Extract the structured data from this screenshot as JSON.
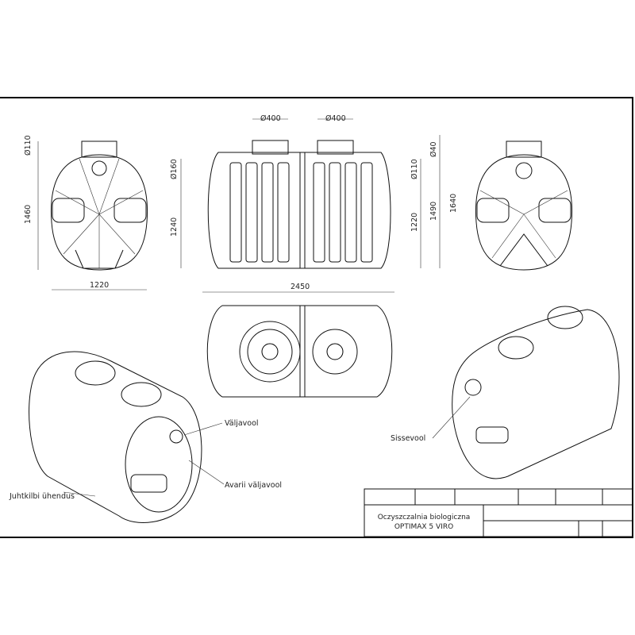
{
  "drawing": {
    "title_line1": "Oczyszczalnia biologiczna",
    "title_line2": "OPTIMAX 5 VIRO"
  },
  "dimensions": {
    "left_inlet_diameter": "Ø110",
    "left_height": "1460",
    "left_width": "1220",
    "hatch1_diameter": "Ø400",
    "hatch2_diameter": "Ø400",
    "side_pipe_diameter": "Ø160",
    "side_height": "1240",
    "side_length": "2450",
    "right_small_diameter": "Ø40",
    "right_pipe_diameter": "Ø110",
    "right_height_1220": "1220",
    "right_height_1490": "1490",
    "right_height_1640": "1640"
  },
  "labels": {
    "outlet": "Väljavool",
    "emergency_outlet": "Avarii väljavool",
    "control_panel_connection": "Juhtkilbi ühendus",
    "inlet": "Sissevool"
  }
}
